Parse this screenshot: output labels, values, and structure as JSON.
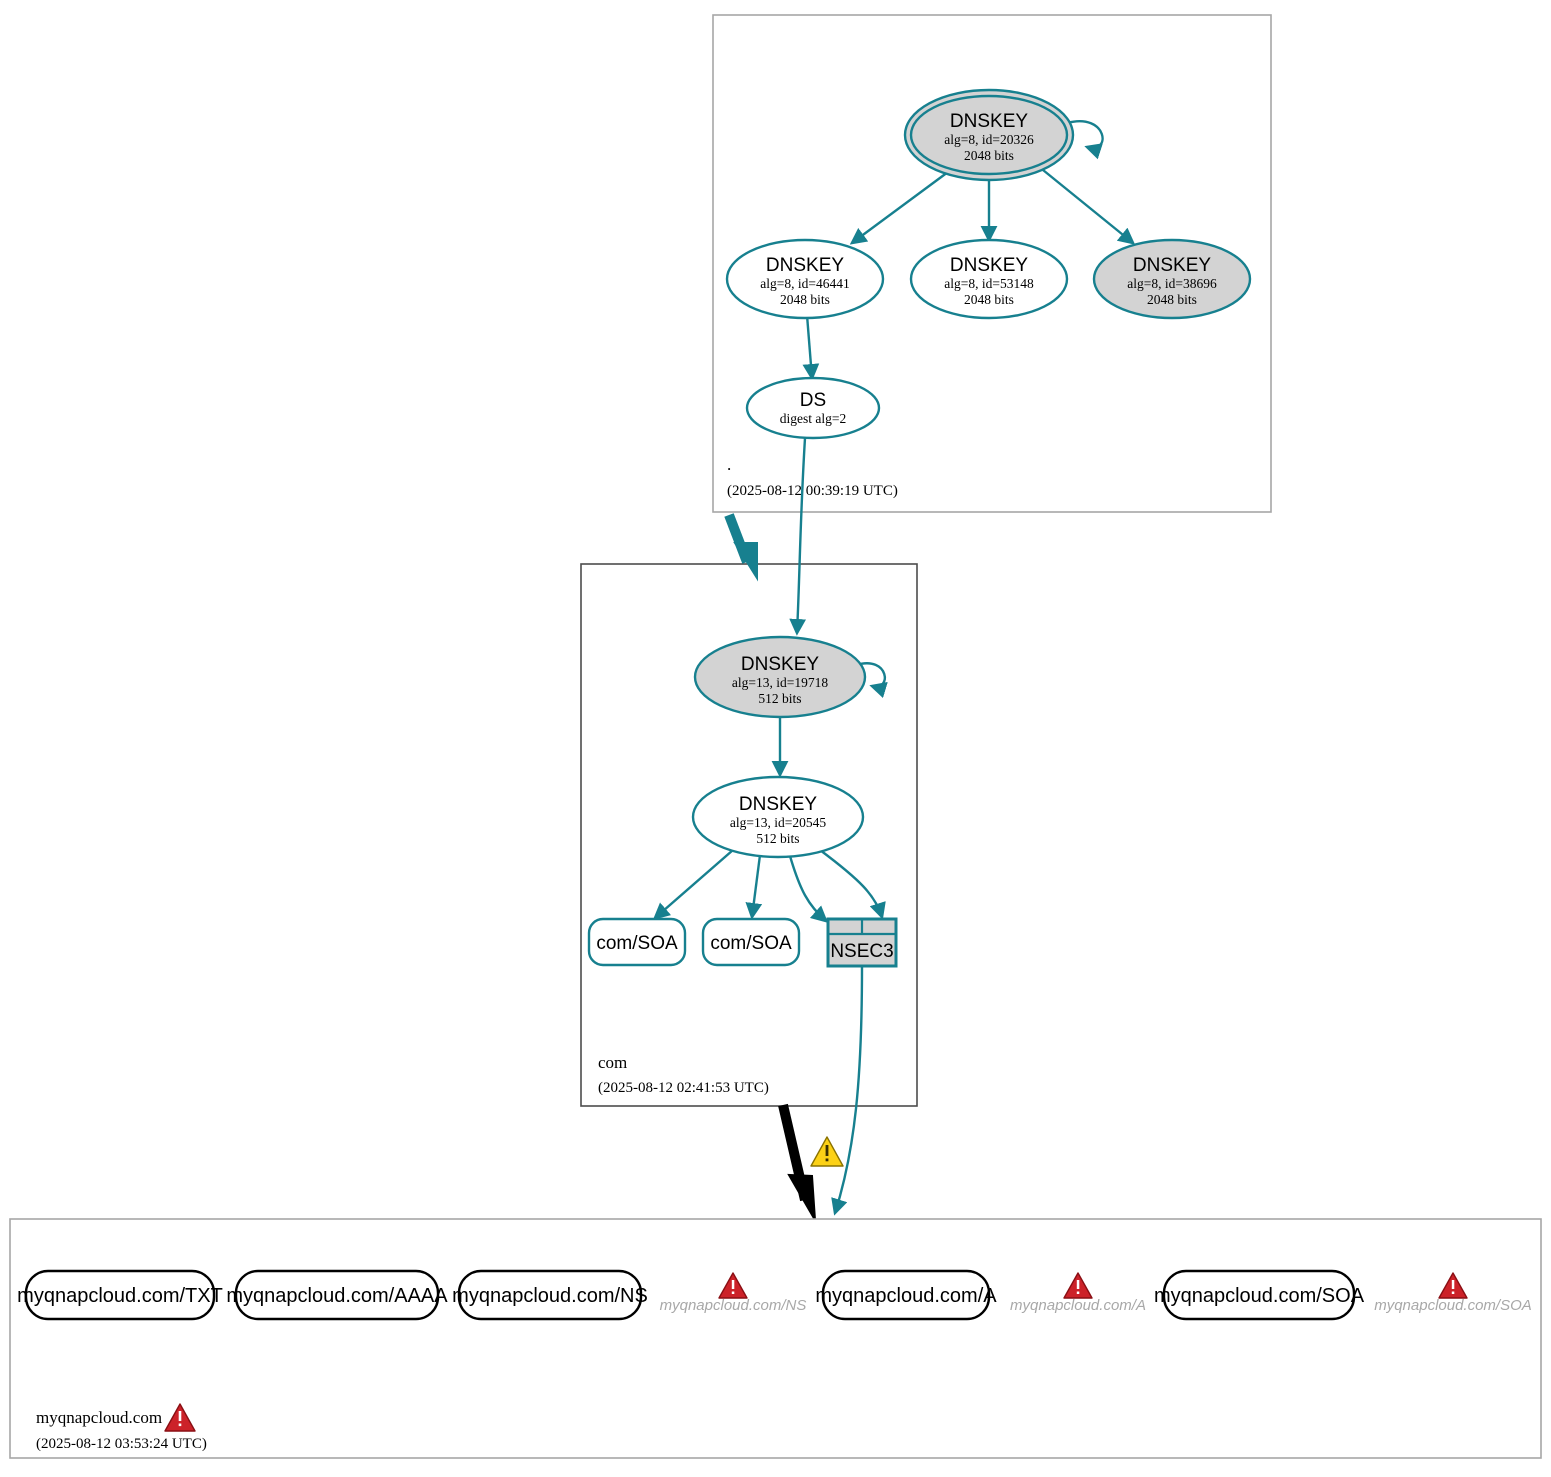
{
  "diagram": {
    "type": "dnssec-authentication-chain",
    "colors": {
      "secure_teal": "#17808f",
      "node_gray_fill": "#d3d3d3",
      "zone_border_light": "#a6a6a6",
      "zone_border_dark": "#4d4d4d",
      "error_red": "#cc2229",
      "warning_yellow": "#fcd116",
      "insecure_text_gray": "#a8a8a8",
      "black": "#000000"
    }
  },
  "zones": [
    {
      "id": "root",
      "label": ".",
      "timestamp": "(2025-08-12 00:39:19 UTC)",
      "status_icon": "none"
    },
    {
      "id": "com",
      "label": "com",
      "timestamp": "(2025-08-12 02:41:53 UTC)",
      "status_icon": "none"
    },
    {
      "id": "myqnapcloud",
      "label": "myqnapcloud.com",
      "timestamp": "(2025-08-12 03:53:24 UTC)",
      "status_icon": "error-triangle-icon"
    }
  ],
  "root_zone_nodes": [
    {
      "id": "dnskey-20326",
      "kind": "DNSKEY",
      "title": "DNSKEY",
      "line2": "alg=8, id=20326",
      "line3": "2048 bits",
      "sep": true,
      "filled": true
    },
    {
      "id": "dnskey-46441",
      "kind": "DNSKEY",
      "title": "DNSKEY",
      "line2": "alg=8, id=46441",
      "line3": "2048 bits",
      "sep": false,
      "filled": false
    },
    {
      "id": "dnskey-53148",
      "kind": "DNSKEY",
      "title": "DNSKEY",
      "line2": "alg=8, id=53148",
      "line3": "2048 bits",
      "sep": false,
      "filled": false
    },
    {
      "id": "dnskey-38696",
      "kind": "DNSKEY",
      "title": "DNSKEY",
      "line2": "alg=8, id=38696",
      "line3": "2048 bits",
      "sep": false,
      "filled": true
    },
    {
      "id": "ds-root",
      "kind": "DS",
      "title": "DS",
      "line2": "digest alg=2",
      "line3": "",
      "sep": false,
      "filled": false
    }
  ],
  "com_zone_nodes": [
    {
      "id": "dnskey-19718",
      "kind": "DNSKEY",
      "title": "DNSKEY",
      "line2": "alg=13, id=19718",
      "line3": "512 bits",
      "sep": false,
      "filled": true
    },
    {
      "id": "dnskey-20545",
      "kind": "DNSKEY",
      "title": "DNSKEY",
      "line2": "alg=13, id=20545",
      "line3": "512 bits",
      "sep": false,
      "filled": false
    }
  ],
  "com_rrsets": [
    {
      "id": "com-soa-1",
      "label": "com/SOA"
    },
    {
      "id": "com-soa-2",
      "label": "com/SOA"
    }
  ],
  "com_nsec": {
    "id": "nsec3-com",
    "label": "NSEC3"
  },
  "leaf_rrsets": [
    {
      "id": "rr-txt",
      "label": "myqnapcloud.com/TXT",
      "state": "secure"
    },
    {
      "id": "rr-aaaa",
      "label": "myqnapcloud.com/AAAA",
      "state": "secure"
    },
    {
      "id": "rr-ns",
      "label": "myqnapcloud.com/NS",
      "state": "secure"
    },
    {
      "id": "rr-ns-err",
      "label": "myqnapcloud.com/NS",
      "state": "error"
    },
    {
      "id": "rr-a",
      "label": "myqnapcloud.com/A",
      "state": "secure"
    },
    {
      "id": "rr-a-err",
      "label": "myqnapcloud.com/A",
      "state": "error"
    },
    {
      "id": "rr-soa",
      "label": "myqnapcloud.com/SOA",
      "state": "secure"
    },
    {
      "id": "rr-soa-err",
      "label": "myqnapcloud.com/SOA",
      "state": "error"
    }
  ],
  "icons": {
    "warning": "warning-triangle-icon",
    "error": "error-triangle-icon"
  },
  "edges": [
    {
      "from": "dnskey-20326",
      "to": "dnskey-20326",
      "type": "self-sign"
    },
    {
      "from": "dnskey-20326",
      "to": "dnskey-46441",
      "type": "sign"
    },
    {
      "from": "dnskey-20326",
      "to": "dnskey-53148",
      "type": "sign"
    },
    {
      "from": "dnskey-20326",
      "to": "dnskey-38696",
      "type": "sign"
    },
    {
      "from": "dnskey-46441",
      "to": "ds-root",
      "type": "sign"
    },
    {
      "from": "ds-root",
      "to": "dnskey-19718",
      "type": "ds-link"
    },
    {
      "from": "root",
      "to": "com",
      "type": "delegation-secure"
    },
    {
      "from": "dnskey-19718",
      "to": "dnskey-19718",
      "type": "self-sign"
    },
    {
      "from": "dnskey-19718",
      "to": "dnskey-20545",
      "type": "sign"
    },
    {
      "from": "dnskey-20545",
      "to": "com-soa-1",
      "type": "sign"
    },
    {
      "from": "dnskey-20545",
      "to": "com-soa-2",
      "type": "sign"
    },
    {
      "from": "dnskey-20545",
      "to": "nsec3-com",
      "type": "sign"
    },
    {
      "from": "nsec3-com",
      "to": "myqnapcloud",
      "type": "nsec-proof"
    },
    {
      "from": "com",
      "to": "myqnapcloud",
      "type": "delegation-insecure-warning"
    }
  ]
}
